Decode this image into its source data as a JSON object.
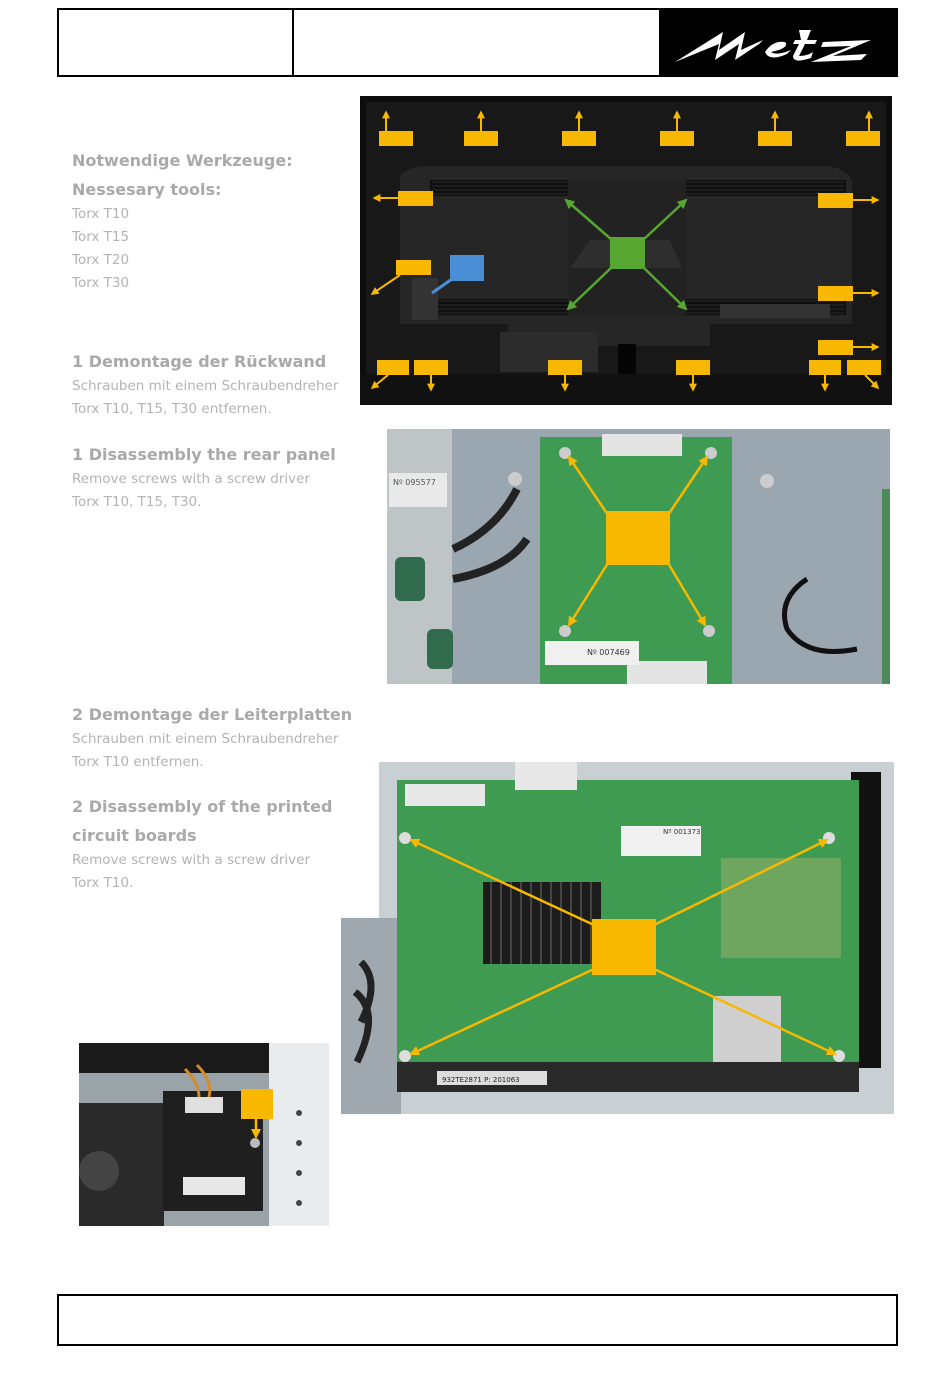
{
  "header": {
    "cell1": "",
    "cell2": "",
    "logo": "Metz"
  },
  "tools": {
    "heading_de": "Notwendige Werkzeuge:",
    "heading_en": "Nessesary tools:",
    "items": [
      "Torx T10",
      "Torx T15",
      "Torx T20",
      "Torx T30"
    ]
  },
  "section1": {
    "title_de": "1 Demontage der Rückwand",
    "text_de_1": "Schrauben mit einem Schraubendreher",
    "text_de_2": "Torx T10, T15, T30 entfernen.",
    "title_en": "1 Disassembly the rear panel",
    "text_en_1": "Remove screws with a screw driver",
    "text_en_2": "Torx T10, T15, T30."
  },
  "section2": {
    "title_de": "2 Demontage der Leiterplatten",
    "text_de_1": "Schrauben mit einem Schraubendreher",
    "text_de_2": "Torx T10 entfernen.",
    "title_en_1": "2 Disassembly of the printed",
    "title_en_2": "circuit boards",
    "text_en_1": "Remove screws with a screw driver",
    "text_en_2": "Torx T10."
  },
  "labels": {
    "board1_serial": "Nº 007469",
    "board2_serial": "Nº 001373",
    "board2_barcode": "932TE2871 P: 201063",
    "psu_serial": "Nº 095577"
  },
  "colors": {
    "marker": "#f8b800",
    "marker_green": "#58a632",
    "marker_blue": "#4a8fd6",
    "board": "#3f9a52"
  },
  "footer": {
    "text": ""
  }
}
